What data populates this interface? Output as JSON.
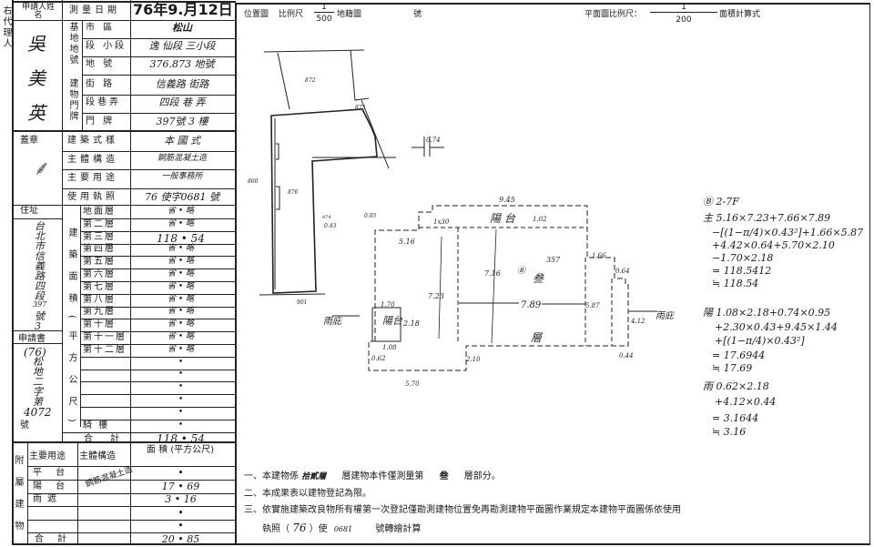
{
  "side_label": "右代理人",
  "applicant": {
    "header": "申請人姓名",
    "name_chars": [
      "吳",
      "美",
      "英"
    ],
    "seal_header": "蓋章",
    "address_header": "住址",
    "address_chars": [
      "台",
      "北",
      "市",
      "信",
      "義",
      "路",
      "四",
      "段",
      "397",
      "號",
      "3"
    ],
    "application_header": "申請書",
    "application_no": [
      "(76)",
      "松",
      "地",
      "二",
      "字",
      "第",
      "4072",
      "號"
    ]
  },
  "survey": {
    "date_label": "測量日期",
    "date_value": "76年9.月12日",
    "base_label": "基地地號",
    "base_rows": [
      {
        "label": "市 區",
        "value": "松山"
      },
      {
        "label": "段 小段",
        "value": "逸 仙段 三小段"
      },
      {
        "label": "地 號",
        "value": "376.873 地號"
      }
    ],
    "door_label": "建物門牌",
    "door_rows": [
      {
        "label": "街 路",
        "value": "信義路 街路"
      },
      {
        "label": "段巷弄",
        "value": "四段 巷 弄"
      },
      {
        "label": "門 牌",
        "value": "397號 3 樓"
      }
    ],
    "props": [
      {
        "label": "建築式樣",
        "value": "本 國 式"
      },
      {
        "label": "主體構造",
        "value": "鋼筋混凝土造"
      },
      {
        "label": "主要用途",
        "value": "一般事務所"
      },
      {
        "label": "使用執照",
        "value": "76 使字0681 號"
      }
    ],
    "area_label": "建築面積(平方公尺)",
    "floors": [
      {
        "label": "地面層",
        "value": "省 • 略"
      },
      {
        "label": "第二層",
        "value": "省 • 略"
      },
      {
        "label": "第三層",
        "value": "118 • 54"
      },
      {
        "label": "第四層",
        "value": "省 • 略"
      },
      {
        "label": "第五層",
        "value": "省 • 略"
      },
      {
        "label": "第六層",
        "value": "省 • 略"
      },
      {
        "label": "第七層",
        "value": "省 • 略"
      },
      {
        "label": "第八層",
        "value": "省 • 略"
      },
      {
        "label": "第九層",
        "value": "省 • 略"
      },
      {
        "label": "第十層",
        "value": "省 • 略"
      },
      {
        "label": "第十一層",
        "value": "省 • 略"
      },
      {
        "label": "第十二層",
        "value": "省 • 略"
      },
      {
        "label": "",
        "value": "•"
      },
      {
        "label": "",
        "value": "•"
      },
      {
        "label": "",
        "value": "•"
      },
      {
        "label": "",
        "value": "•"
      },
      {
        "label": "",
        "value": "•"
      },
      {
        "label": "騎 樓",
        "value": "•"
      }
    ],
    "total_label": "合 計",
    "total_value": "118 • 54"
  },
  "attached": {
    "side_label": "附屬建物",
    "headers": [
      "主要用途",
      "主體構造",
      "面 積 (平方公尺)"
    ],
    "structure": "鋼筋混凝土造",
    "rows": [
      {
        "use": "平 台",
        "area": "•"
      },
      {
        "use": "陽 台",
        "area": "17 • 69"
      },
      {
        "use": "雨遮",
        "area": "3 • 16"
      },
      {
        "use": "",
        "area": "•"
      },
      {
        "use": "",
        "area": "•"
      }
    ],
    "total_label": "合 計",
    "total_value": "20 • 85"
  },
  "header": {
    "location_map": "位置圖",
    "scale_label": "比例尺",
    "location_scale_num": "1",
    "location_scale_den": "500",
    "map_label": "地籍圖",
    "map_no_label": "號",
    "plan_scale_label": "平面圖比例尺：",
    "plan_scale_num": "1",
    "plan_scale_den": "200",
    "area_calc_label": "面積計算式"
  },
  "location_labels": [
    "872",
    "875",
    "876",
    "860",
    "901"
  ],
  "plan_labels": {
    "top_width": "9.45",
    "balcony": "陽 台",
    "d102": "1.02",
    "d130": "1x30",
    "d516": "5.16",
    "d723": "7.23",
    "d716": "7.16",
    "unit": "Ⓑ",
    "no357": "357",
    "floor_char": "叁",
    "floor_char2": "層",
    "d789": "7.89",
    "d587": "5.87",
    "d166": "1.66",
    "d064": "0.64",
    "d412": "4.12",
    "d044": "0.44",
    "d570": "5.70",
    "d210": "2.10",
    "d170": "1.70",
    "balcony_left": "陽台",
    "d218": "2.18",
    "d108": "1.08",
    "d062": "0.62",
    "canopy": "雨庇",
    "d074": "0.74",
    "p874": "874",
    "d043": "0.43",
    "d095": "0.95"
  },
  "calculation": [
    "Ⓑ 2-7F",
    "主 5.16×7.23+7.66×7.89",
    "−[(1−π/4)×0.43²]+1.66×5.87",
    "+4.42×0.64+5.70×2.10",
    "−1.70×2.18",
    "= 118.5412",
    "≒ 118.54",
    "陽 1.08×2.18+0.74×0.95",
    "+2.30×0.43+9.45×1.44",
    "+[(1−π/4)×0.43²]",
    "= 17.6944",
    "≒ 17.69",
    "雨 0.62×2.18",
    "+4.12×0.44",
    "= 3.1644",
    "≒ 3.16"
  ],
  "notes": {
    "n1_prefix": "一、本建物係",
    "n1_floors": "拾貳層",
    "n1_mid": "層建物本件僅測量第",
    "n1_floor": "叁",
    "n1_suffix": "層部分。",
    "n2": "二、本成果表以建物登記為限。",
    "n3": "三、依實施建築改良物所有權第一次登記僅勘測建物位置免再勘測建物平面圖作業規定本建物平面圖係依使用",
    "n4_prefix": "執照（",
    "n4_year": "76",
    "n4_mid": "）使",
    "n4_no": "0681",
    "n4_suffix": "號轉繪計算"
  }
}
